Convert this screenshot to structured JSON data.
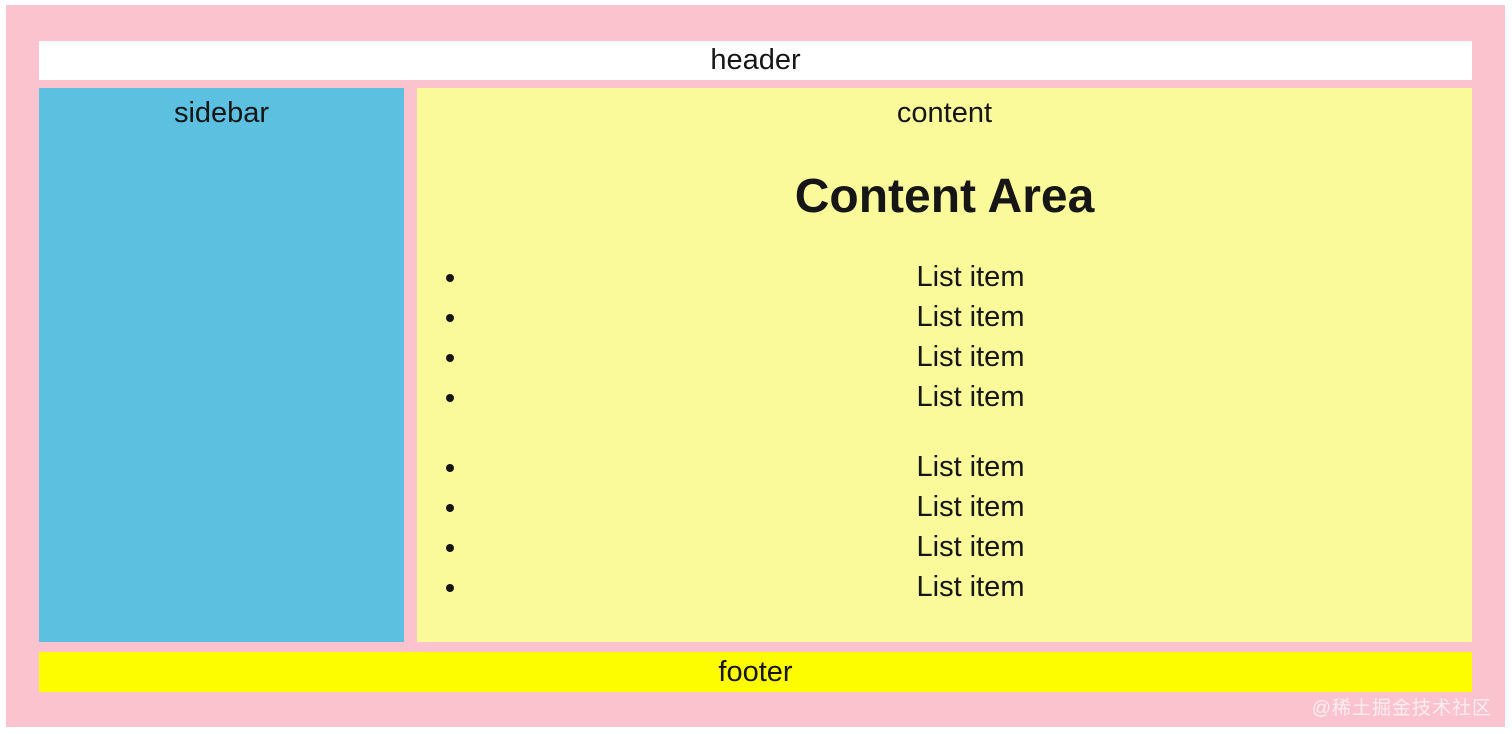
{
  "colors": {
    "canvas": "#ffffff",
    "page-bg": "#fbc3ce",
    "header-bg": "#ffffff",
    "sidebar-bg": "#5cc0e1",
    "content-bg": "#fafa9b",
    "footer-bg": "#fdfd00",
    "text": "#161616",
    "watermark": "rgba(255,255,255,0.72)"
  },
  "layout": {
    "header_label": "header",
    "sidebar_label": "sidebar",
    "content_label": "content",
    "content_title": "Content Area",
    "footer_label": "footer",
    "list_group_1": [
      "List item",
      "List item",
      "List item",
      "List item"
    ],
    "list_group_2": [
      "List item",
      "List item",
      "List item",
      "List item"
    ],
    "watermark": "@稀土掘金技术社区"
  }
}
